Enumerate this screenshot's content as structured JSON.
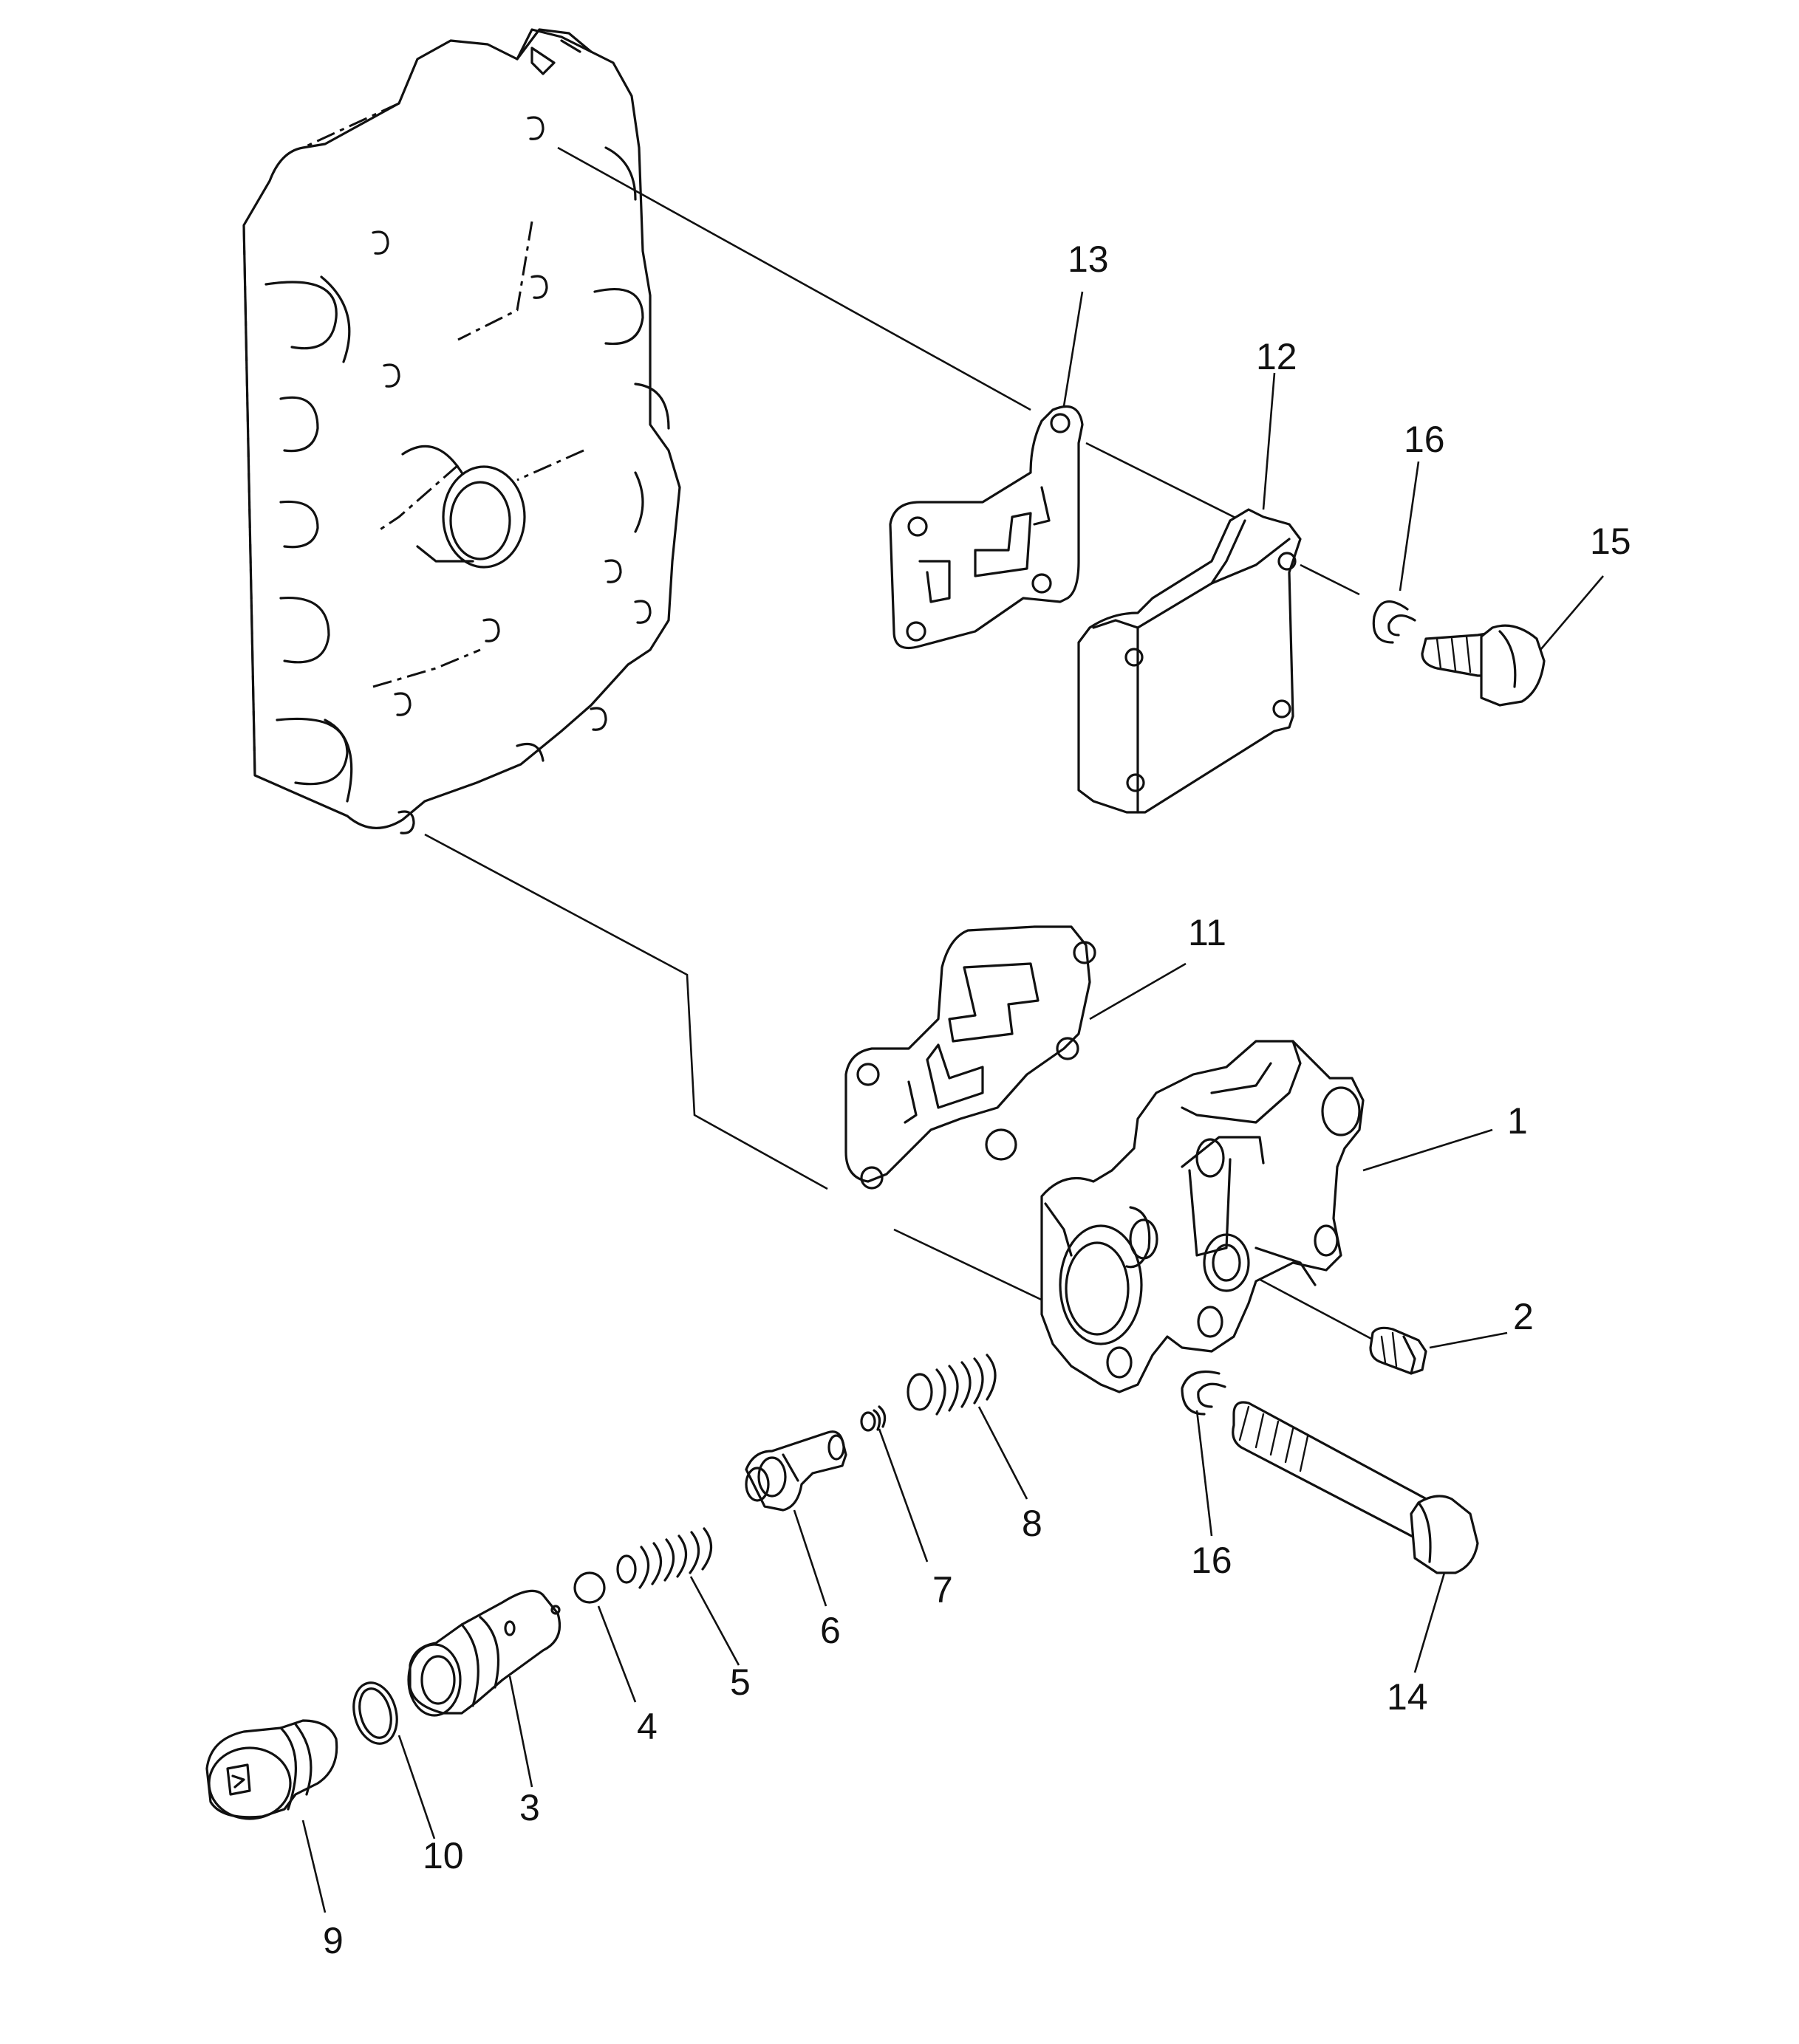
{
  "diagram": {
    "callouts": {
      "c1": "1",
      "c2": "2",
      "c3": "3",
      "c4": "4",
      "c5": "5",
      "c6": "6",
      "c7": "7",
      "c8": "8",
      "c9": "9",
      "c10": "10",
      "c11": "11",
      "c12": "12",
      "c13": "13",
      "c14": "14",
      "c15": "15",
      "c16a": "16",
      "c16b": "16"
    }
  }
}
